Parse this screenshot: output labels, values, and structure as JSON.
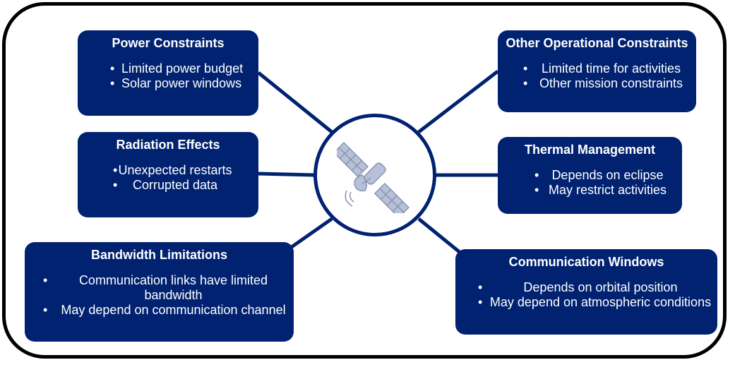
{
  "colors": {
    "box_fill": "#002270",
    "box_text": "#ffffff",
    "hub_stroke": "#002270",
    "frame": "#000000",
    "icon_fill": "#b8c0d8",
    "icon_stroke": "#8a94b0"
  },
  "hub": {
    "icon": "satellite-icon"
  },
  "boxes": {
    "power": {
      "title": "Power Constraints",
      "items": [
        "Limited power budget",
        "Solar power windows"
      ]
    },
    "radiation": {
      "title": "Radiation Effects",
      "items": [
        "Unexpected restarts",
        "Corrupted data"
      ]
    },
    "bandwidth": {
      "title": "Bandwidth Limitations",
      "items": [
        "Communication links have limited bandwidth",
        "May depend on communication channel"
      ]
    },
    "other": {
      "title": "Other Operational Constraints",
      "items": [
        "Limited time for activities",
        "Other mission constraints"
      ]
    },
    "thermal": {
      "title": "Thermal Management",
      "items": [
        "Depends on eclipse",
        "May restrict activities"
      ]
    },
    "comm": {
      "title": "Communication Windows",
      "items": [
        "Depends on orbital position",
        "May depend on atmospheric conditions"
      ]
    }
  }
}
